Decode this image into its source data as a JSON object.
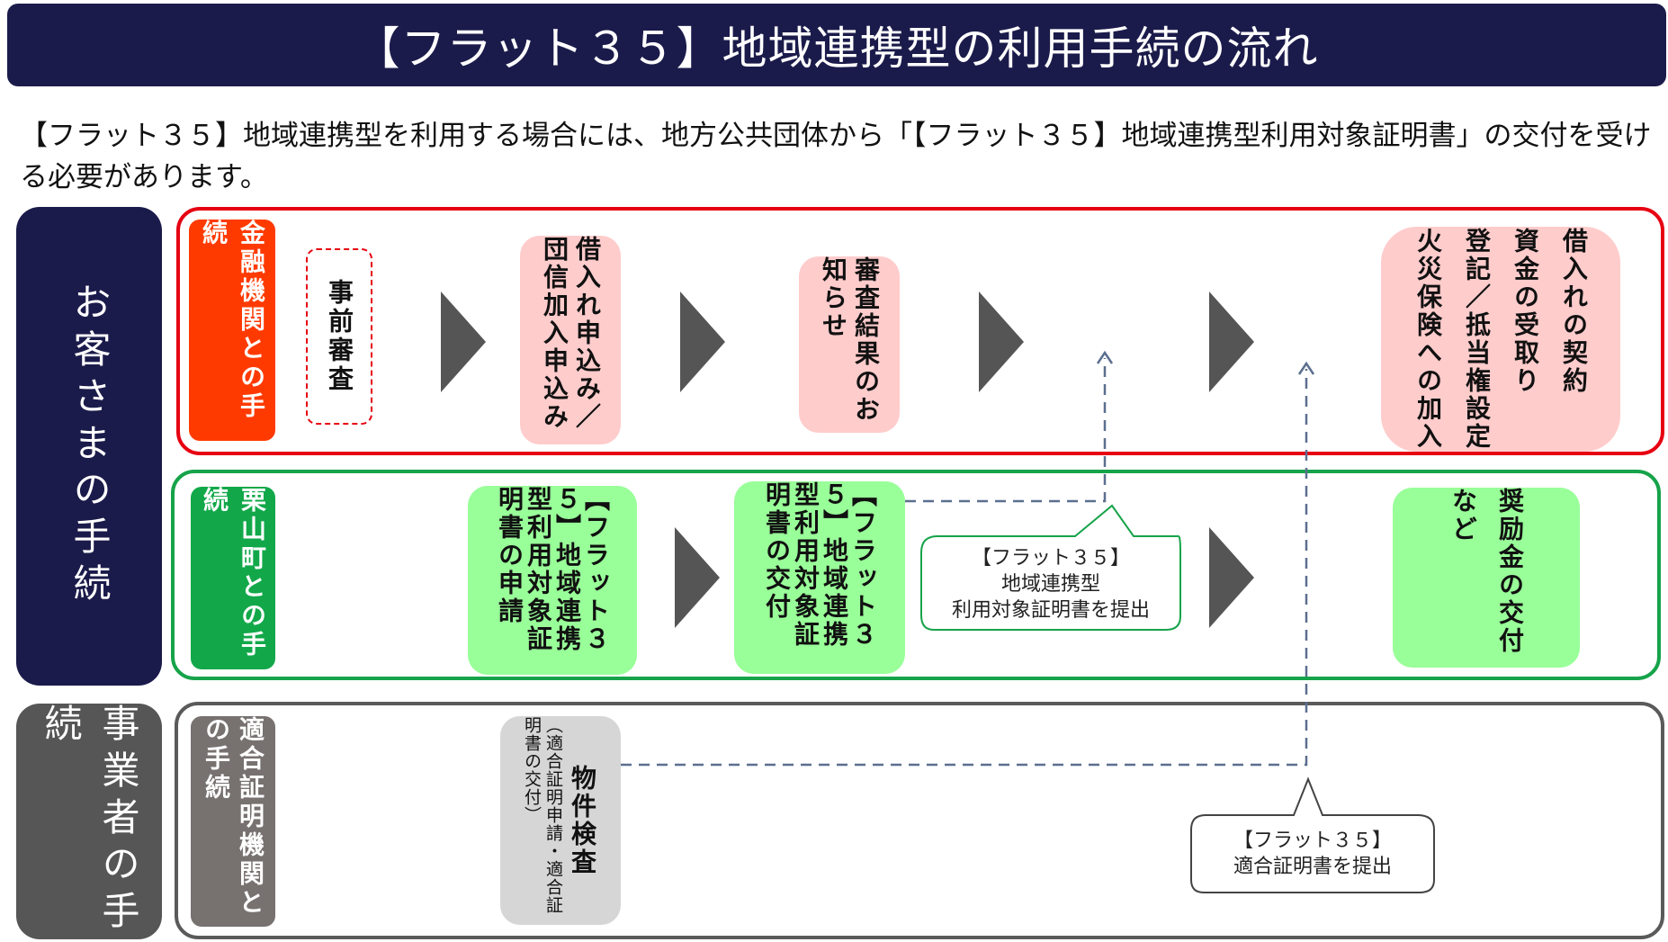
{
  "title": "【フラット３５】地域連携型の利用手続の流れ",
  "intro": "【フラット３５】地域連携型を利用する場合には、地方公共団体から「【フラット３５】地域連携型利用対象証明書」の交付を受ける必要があります。",
  "side_labels": {
    "customer": "お客さまの手続",
    "business": "事業者の手続"
  },
  "parties": {
    "financial": "金融機関との手続",
    "town": "栗山町との手続",
    "certifier": "適合証明機関との手続"
  },
  "steps": {
    "pre_review": "事前審査",
    "application": "借入れ申込み／団信加入申込み",
    "review_result": "審査結果のお知らせ",
    "contract": "借入れの契約",
    "contract_line2": "資金の受取り",
    "contract_line3": "登記／抵当権設定",
    "contract_line4": "火災保険への加入",
    "cert_apply": "【フラット３５】地域連携型利用対象証明書の申請",
    "cert_issue": "【フラット３５】地域連携型利用対象証明書の交付",
    "incentive": "奨励金の交付など",
    "inspection": "物件検査",
    "inspection_sub": "（適合証明申請・適合証明書の交付）"
  },
  "notes": {
    "submit_cert_l1": "【フラット３５】",
    "submit_cert_l2": "地域連携型",
    "submit_cert_l3": "利用対象証明書を提出",
    "submit_conf_l1": "【フラット３５】",
    "submit_conf_l2": "適合証明書を提出"
  },
  "colors": {
    "navy": "#1b1b4b",
    "red_lane": "#e60012",
    "green_lane": "#16a34a",
    "gray_lane": "#5a5a5a",
    "financial_party": "#ff3a00",
    "town_party": "#12a84a",
    "certifier_party": "#777170",
    "pink_step": "#ffcccc",
    "green_step": "#99ff99",
    "gray_step": "#d6d6d6",
    "arrow": "#555555",
    "dashed_line": "#5b6f8f"
  }
}
